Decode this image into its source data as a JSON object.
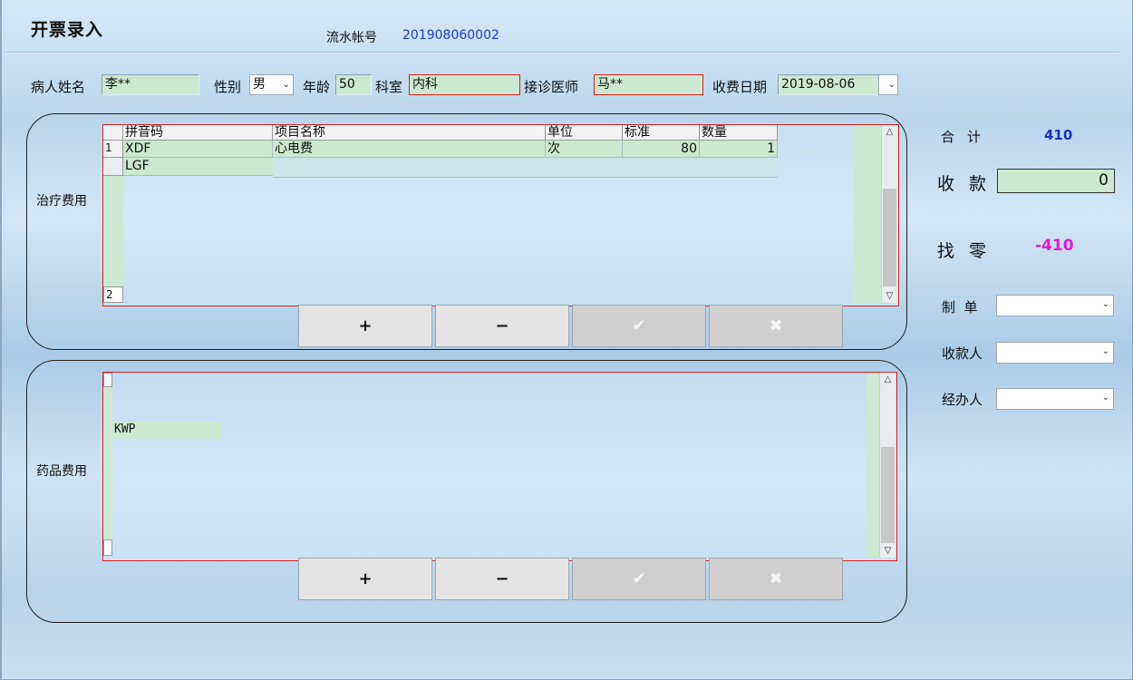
{
  "header": {
    "title": "开票录入",
    "serial_label": "流水帐号",
    "serial_value": "201908060002"
  },
  "patient": {
    "name_label": "病人姓名",
    "name_value": "李**",
    "gender_label": "性别",
    "gender_value": "男",
    "age_label": "年龄",
    "age_value": "50",
    "dept_label": "科室",
    "dept_value": "内科",
    "doctor_label": "接诊医师",
    "doctor_value": "马**",
    "date_label": "收费日期",
    "date_value": "2019-08-06"
  },
  "treatment": {
    "label": "治疗费用",
    "columns": [
      "拼音码",
      "项目名称",
      "单位",
      "标准",
      "数量"
    ],
    "rows": [
      {
        "num": "1",
        "code": "XDF",
        "name": "心电费",
        "unit": "次",
        "price": "80",
        "qty": "1"
      },
      {
        "code": "LGF"
      }
    ],
    "row_count": "2",
    "buttons": [
      "+",
      "−",
      "✔",
      "✖"
    ]
  },
  "drugs": {
    "label": "药品费用",
    "active_code": "KWP",
    "buttons": [
      "+",
      "−",
      "✔",
      "✖"
    ]
  },
  "summary": {
    "total_label": "合计",
    "total_value": "410",
    "received_label": "收款",
    "received_value": "0",
    "change_label": "找零",
    "change_value": "-410",
    "maker_label": "制  单",
    "payee_label": "收款人",
    "handler_label": "经办人"
  },
  "colors": {
    "serial": "#1a3bd0",
    "total": "#1b2fc8",
    "change": "#e01ad0",
    "field_bg": "#cce8d0",
    "highlight_border": "#d8201c"
  }
}
